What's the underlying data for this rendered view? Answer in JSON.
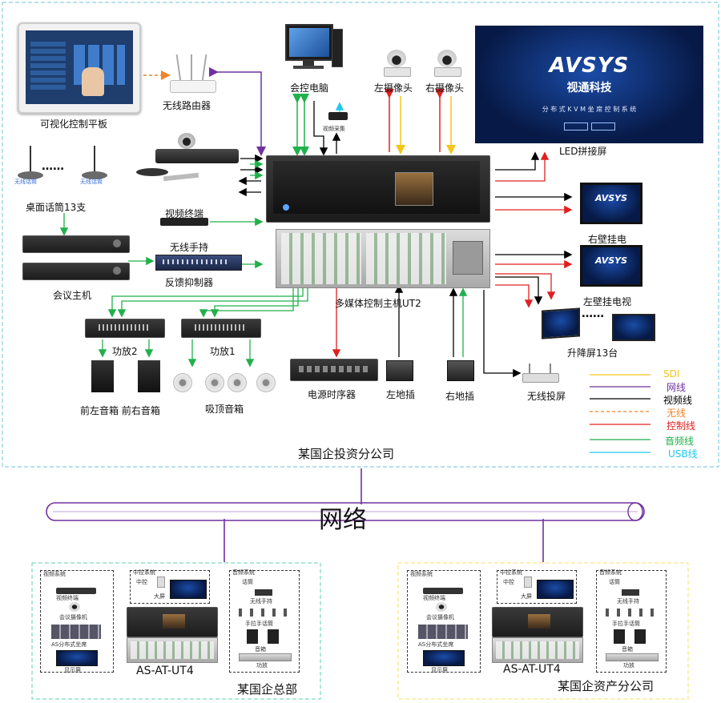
{
  "top_site": {
    "name": "某国企投资分公司",
    "devices": {
      "tablet": "可视化控制平板",
      "router": "无线路由器",
      "pc": "会控电脑",
      "capture": "视频采集",
      "cam_left": "左摄像头",
      "cam_right": "右摄像头",
      "led": "LED拼接屏",
      "mics": "桌面话筒13支",
      "mic_tag_left": "无线话筒",
      "mic_tag_right": "无线话筒",
      "mic_dots": "……",
      "video_terminal": "视频终端",
      "wireless_handheld": "无线手持",
      "feedback": "反馈抑制器",
      "conf_host": "会议主机",
      "right_tv": "右壁挂电",
      "left_tv": "左壁挂电视",
      "lift_screen": "升降屏13台",
      "lift_dots": "……",
      "main_host": "多媒体控制主机UT2",
      "amp2": "功放2",
      "amp1": "功放1",
      "spk_front": "前左音箱 前右音箱",
      "spk_ceiling": "吸顶音箱",
      "power_seq": "电源时序器",
      "floor_left": "左地插",
      "floor_right": "右地插",
      "wireless_cast": "无线投屏"
    },
    "led_content": {
      "brand": "AVSYS",
      "brand_cn": "视通科技",
      "slogan": "分 布 式 K V M 坐 席 控 制 系 统"
    }
  },
  "legend": [
    {
      "label": "SDI",
      "color": "#f5c518"
    },
    {
      "label": "网线",
      "color": "#7030a0"
    },
    {
      "label": "视频线",
      "color": "#000000"
    },
    {
      "label": "无线",
      "color": "#f0842c"
    },
    {
      "label": "控制线",
      "color": "#e02020"
    },
    {
      "label": "音频线",
      "color": "#21b04b"
    },
    {
      "label": "USB线",
      "color": "#1ec8f0"
    }
  ],
  "network": {
    "label": "网络"
  },
  "bottom_sites": [
    {
      "name": "某国企总部",
      "device": "AS-AT-UT4",
      "groups": [
        "视频系统",
        "中控系统",
        "音频系统"
      ],
      "items": {
        "video": [
          "视频终端",
          "会议摄像机",
          "AS分布式坐席",
          "显示屏"
        ],
        "control": [
          "中控",
          "大屏"
        ],
        "audio": [
          "话筒",
          "无线手持",
          "手拉手话筒",
          "音箱",
          "功放"
        ]
      }
    },
    {
      "name": "某国企资产分公司",
      "device": "AS-AT-UT4",
      "groups": [
        "视频系统",
        "中控系统",
        "音频系统"
      ],
      "items": {
        "video": [
          "视频终端",
          "会议摄像机",
          "AS分布式坐席",
          "显示屏"
        ],
        "control": [
          "中控",
          "大屏"
        ],
        "audio": [
          "话筒",
          "无线手持",
          "手拉手话筒",
          "音箱",
          "功放"
        ]
      }
    }
  ]
}
